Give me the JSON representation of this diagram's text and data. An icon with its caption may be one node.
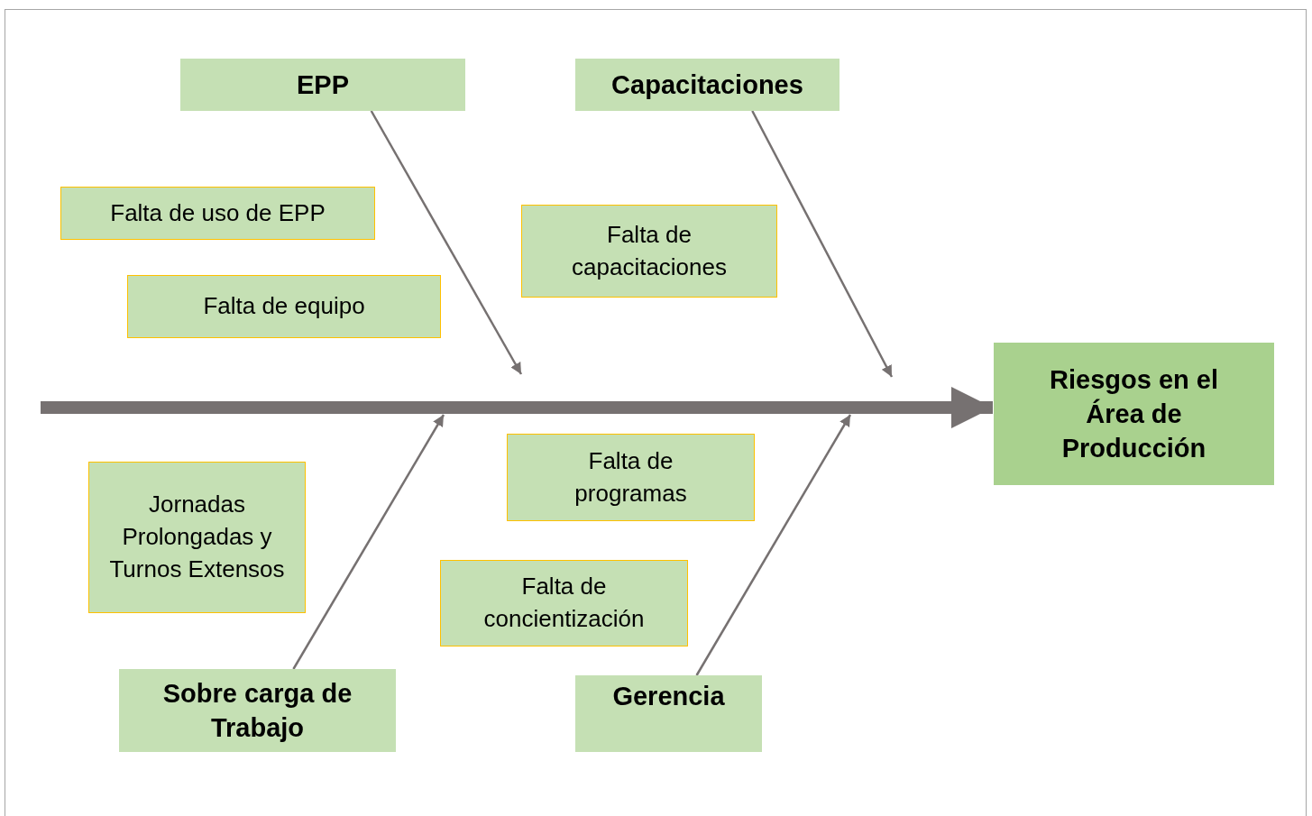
{
  "diagram": {
    "nodes": [
      {
        "text": [
          "EPP"
        ]
      },
      {
        "text": [
          "Capacitaciones"
        ]
      },
      {
        "text": [
          "Falta de uso de EPP"
        ]
      },
      {
        "text": [
          "Falta de equipo"
        ]
      },
      {
        "text": [
          "Falta de capacitaciones"
        ]
      },
      {
        "text": [
          "Riesgos en el Área de Producción"
        ]
      },
      {
        "text": [
          "Jornadas Prolongadas y Turnos Extensos"
        ]
      },
      {
        "text": [
          "Falta de programas"
        ]
      },
      {
        "text": [
          "Falta de concientización"
        ]
      },
      {
        "text": [
          "Sobre carga de Trabajo"
        ]
      },
      {
        "text": [
          "Gerencia"
        ]
      }
    ],
    "edges": [
      {
        "from": null,
        "to": 5,
        "arrow": "to",
        "style": "thick"
      },
      {
        "from": 0,
        "to": null,
        "arrow": "to"
      },
      {
        "from": 1,
        "to": null,
        "arrow": "to"
      },
      {
        "from": 9,
        "to": null,
        "arrow": "to"
      },
      {
        "from": 10,
        "to": null,
        "arrow": "to"
      }
    ]
  }
}
